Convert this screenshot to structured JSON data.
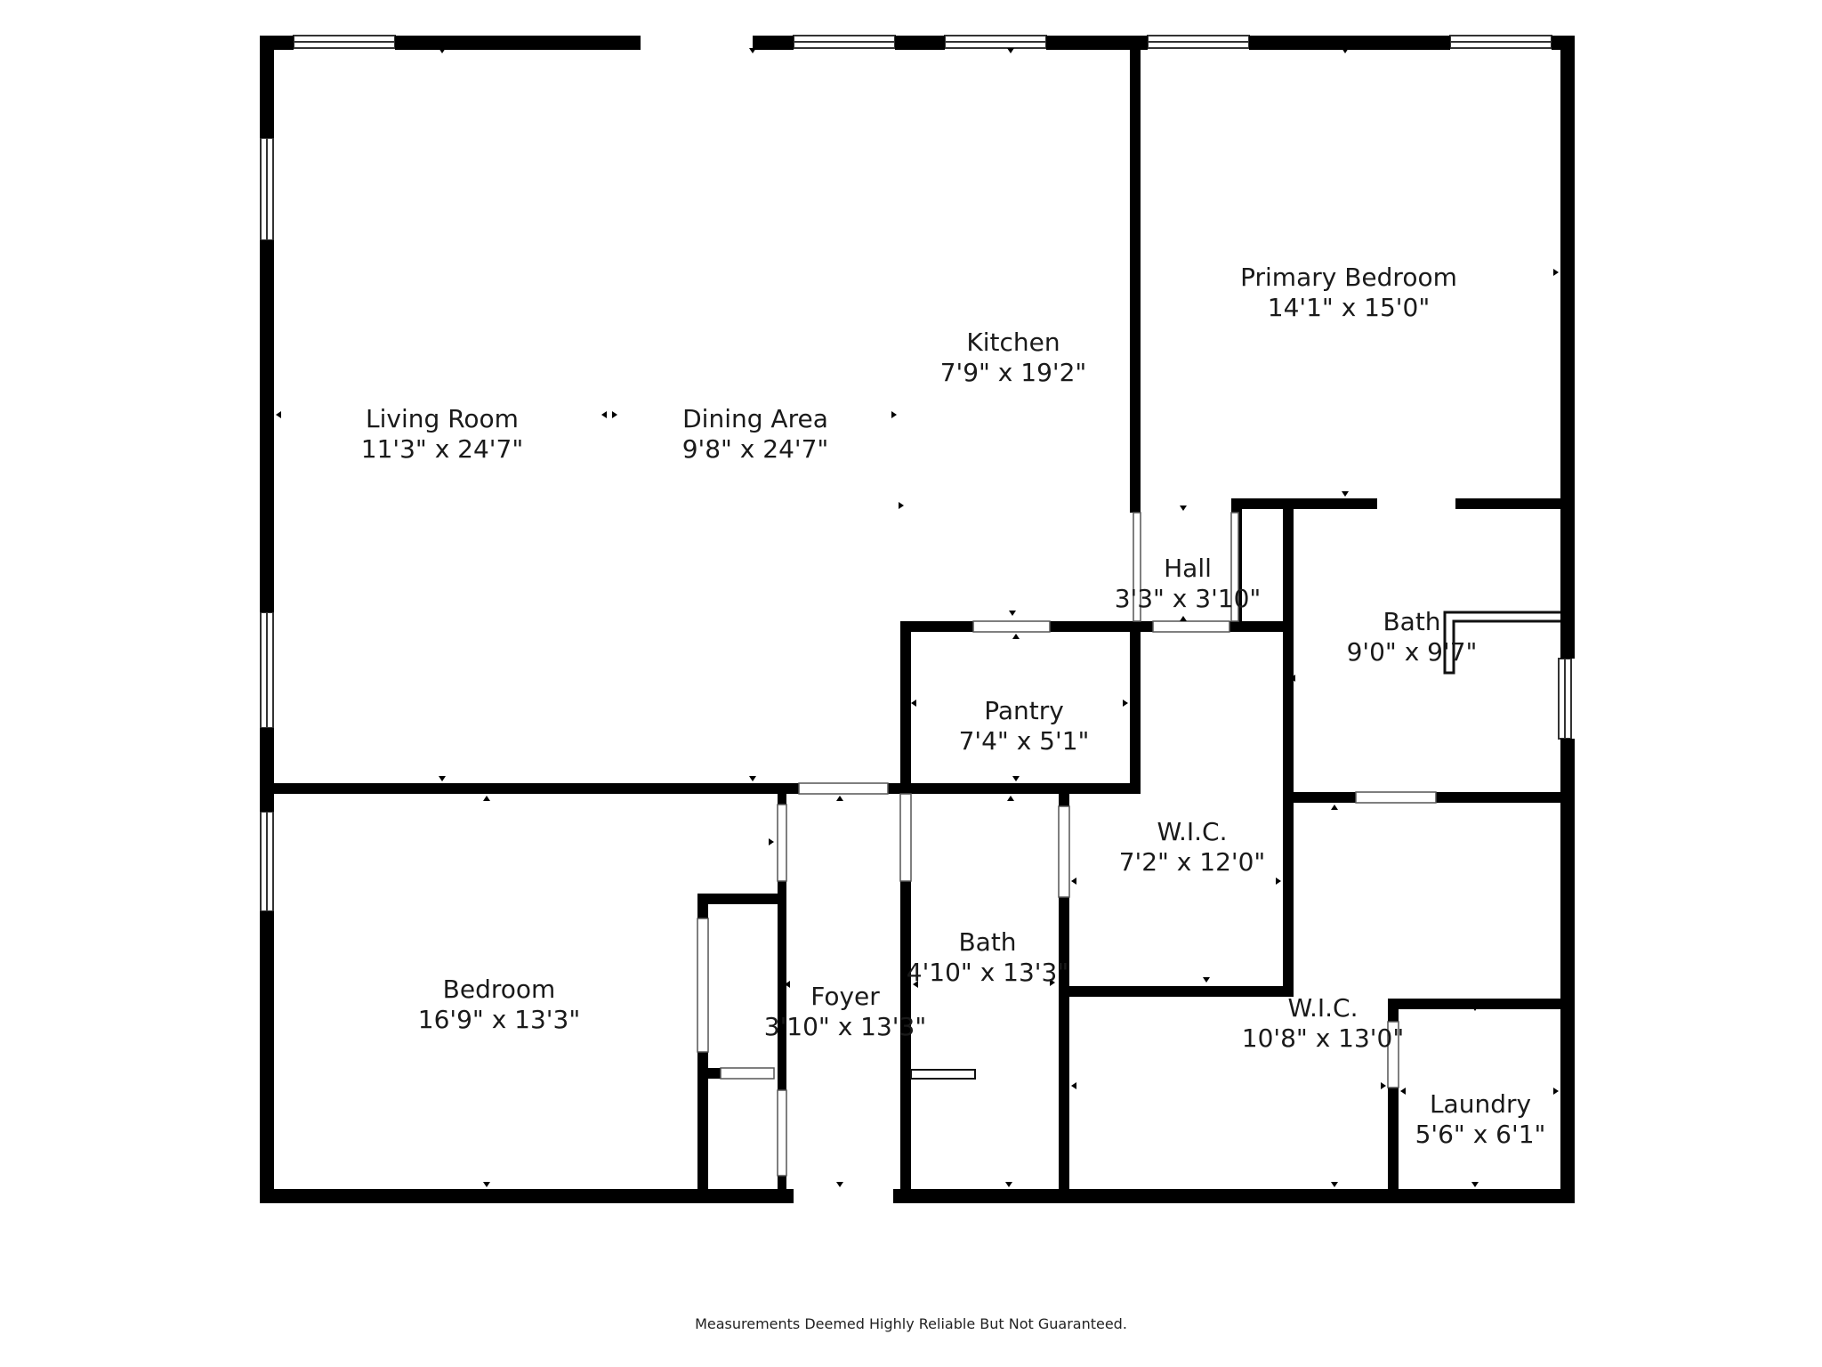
{
  "rooms": {
    "living_room": {
      "name": "Living Room",
      "dims": "11'3\" x 24'7\""
    },
    "dining_area": {
      "name": "Dining Area",
      "dims": "9'8\" x 24'7\""
    },
    "kitchen": {
      "name": "Kitchen",
      "dims": "7'9\" x 19'2\""
    },
    "primary_bedroom": {
      "name": "Primary Bedroom",
      "dims": "14'1\" x 15'0\""
    },
    "hall": {
      "name": "Hall",
      "dims": "3'3\" x 3'10\""
    },
    "bath_primary": {
      "name": "Bath",
      "dims": "9'0\" x 9'7\""
    },
    "pantry": {
      "name": "Pantry",
      "dims": "7'4\" x 5'1\""
    },
    "wic_1": {
      "name": "W.I.C.",
      "dims": "7'2\" x 12'0\""
    },
    "bedroom": {
      "name": "Bedroom",
      "dims": "16'9\" x 13'3\""
    },
    "foyer": {
      "name": "Foyer",
      "dims": "3'10\" x 13'3\""
    },
    "bath_hall": {
      "name": "Bath",
      "dims": "4'10\" x 13'3\""
    },
    "wic_2": {
      "name": "W.I.C.",
      "dims": "10'8\" x 13'0\""
    },
    "laundry": {
      "name": "Laundry",
      "dims": "5'6\" x 6'1\""
    }
  },
  "disclaimer": "Measurements Deemed Highly Reliable But Not Guaranteed."
}
